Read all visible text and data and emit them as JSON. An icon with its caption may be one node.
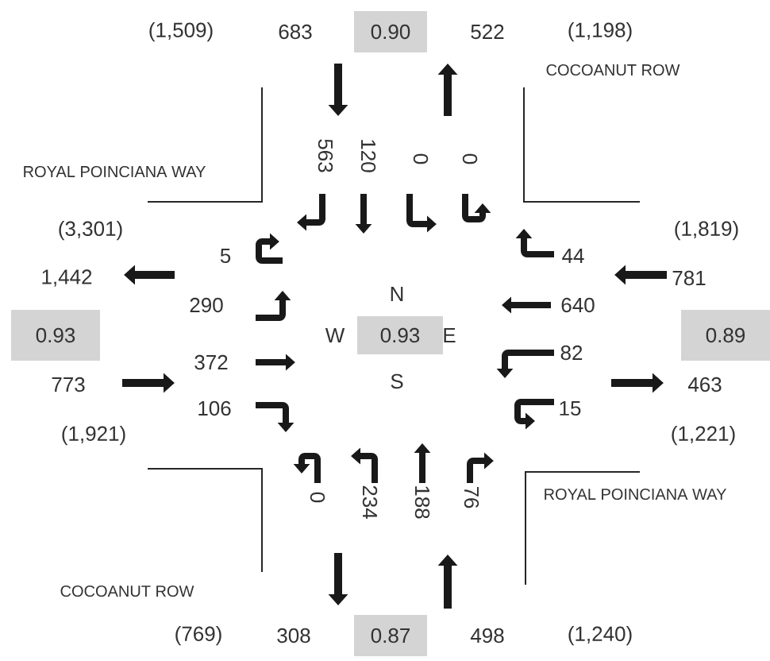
{
  "diagram": {
    "nodes": [
      {
        "text": [
          "0.90"
        ]
      },
      {
        "text": [
          "0.93"
        ]
      },
      {
        "text": [
          "0.93"
        ]
      },
      {
        "text": [
          "0.89"
        ]
      },
      {
        "text": [
          "0.87"
        ]
      }
    ],
    "labels": [
      "(1,509)",
      "683",
      "522",
      "(1,198)",
      "COCOANUT ROW",
      "ROYAL POINCIANA WAY",
      "563",
      "120",
      "0",
      "0",
      "(3,301)",
      "(1,819)",
      "5",
      "44",
      "1,442",
      "781",
      "290",
      "N",
      "640",
      "W",
      "E",
      "372",
      "82",
      "773",
      "S",
      "463",
      "106",
      "15",
      "(1,921)",
      "(1,221)",
      "0",
      "234",
      "188",
      "76",
      "ROYAL POINCIANA WAY",
      "COCOANUT ROW",
      "(769)",
      "308",
      "498",
      "(1,240)"
    ]
  }
}
